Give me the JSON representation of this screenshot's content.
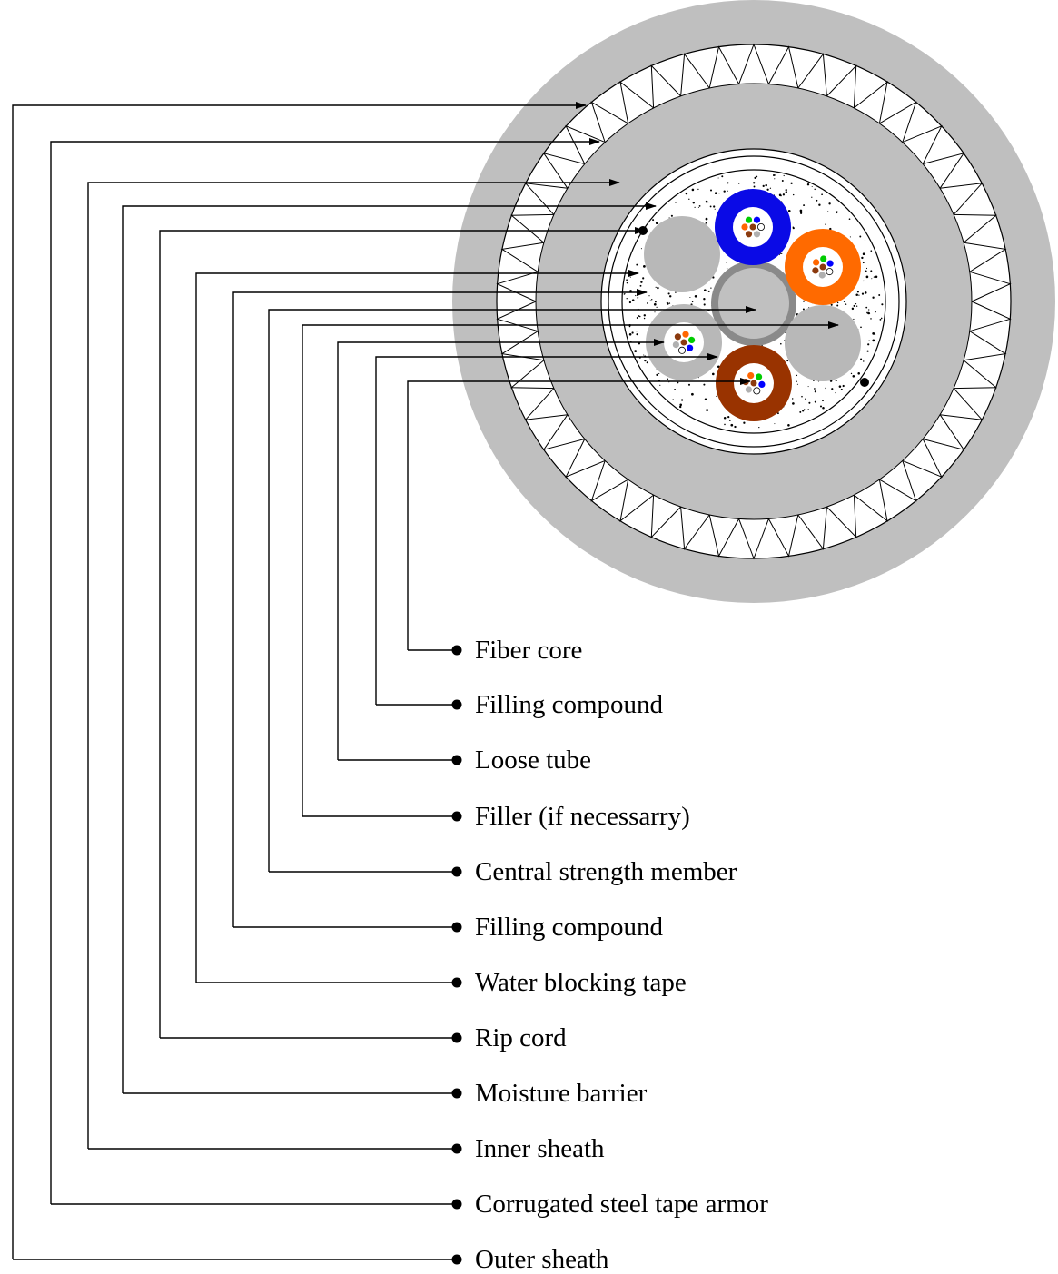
{
  "labels": [
    {
      "key": "fiber-core",
      "text": "Fiber core"
    },
    {
      "key": "filling-compound-inner",
      "text": "Filling compound"
    },
    {
      "key": "loose-tube",
      "text": "Loose tube"
    },
    {
      "key": "filler",
      "text": "Filler (if necessarry)"
    },
    {
      "key": "central-strength-member",
      "text": "Central strength member"
    },
    {
      "key": "filling-compound-outer",
      "text": "Filling compound"
    },
    {
      "key": "water-blocking-tape",
      "text": "Water blocking tape"
    },
    {
      "key": "rip-cord",
      "text": "Rip cord"
    },
    {
      "key": "moisture-barrier",
      "text": "Moisture barrier"
    },
    {
      "key": "inner-sheath",
      "text": "Inner sheath"
    },
    {
      "key": "corrugated-steel-tape-armor",
      "text": "Corrugated steel tape armor"
    },
    {
      "key": "outer-sheath",
      "text": "Outer sheath"
    }
  ],
  "colors": {
    "sheath": "#bfbfbf",
    "filler": "#b8b8b8",
    "strength_member_ring": "#8a8a8a",
    "tube_blue": "#0a0ae6",
    "tube_orange": "#ff6a00",
    "tube_brown": "#993300",
    "tube_white": "#ffffff",
    "fiber_blue": "#0000ff",
    "fiber_orange": "#ff6600",
    "fiber_green": "#00cc00",
    "fiber_brown": "#8b3a0e",
    "fiber_grey": "#b0b0b0",
    "fiber_white": "#ffffff",
    "line": "#000000"
  }
}
